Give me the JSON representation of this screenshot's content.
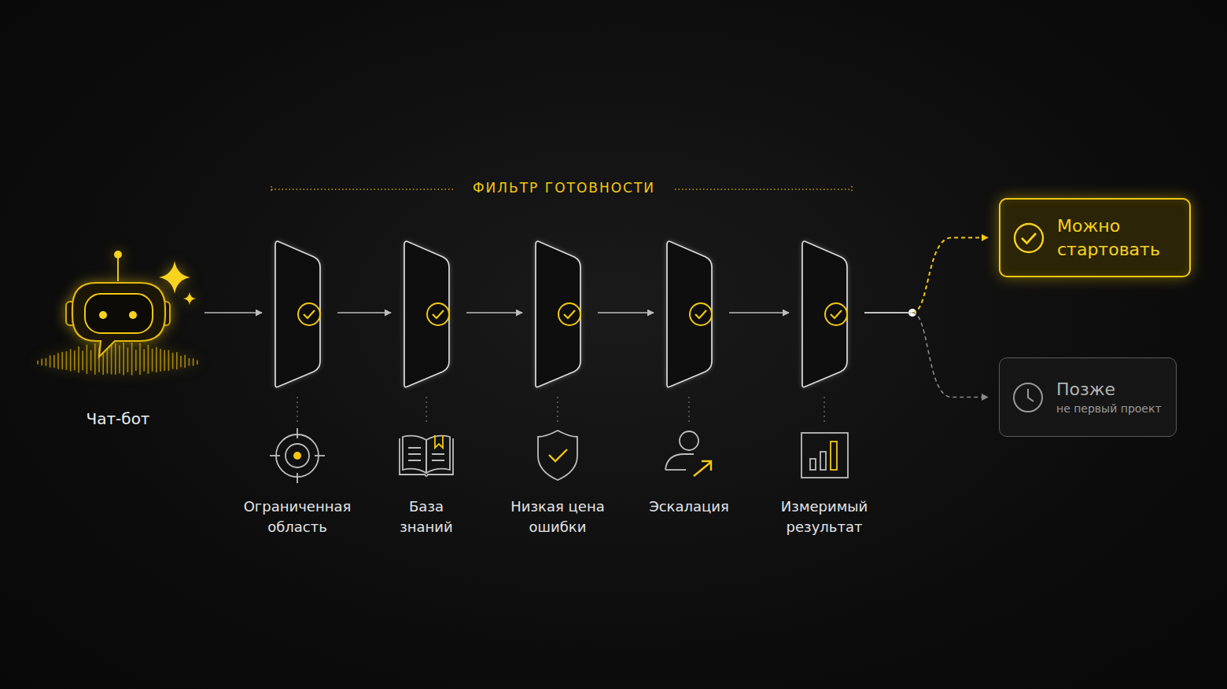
{
  "diagram": {
    "title": "ФИЛЬТР ГОТОВНОСТИ",
    "nodes": [
      {
        "text": [
          "Чат-бот"
        ]
      },
      {
        "text": [
          "Ограниченная область"
        ]
      },
      {
        "text": [
          "База знаний"
        ]
      },
      {
        "text": [
          "Низкая цена ошибки"
        ]
      },
      {
        "text": [
          "Эскалация"
        ]
      },
      {
        "text": [
          "Измеримый результат"
        ]
      },
      {
        "text": [
          "Можно стартовать"
        ]
      },
      {
        "text": [
          "Позже",
          "не первый проект"
        ]
      }
    ],
    "edges": [
      {
        "from": 0,
        "to": 1,
        "arrow": "to"
      },
      {
        "from": 1,
        "to": 2,
        "arrow": "to"
      },
      {
        "from": 2,
        "to": 3,
        "arrow": "to"
      },
      {
        "from": 3,
        "to": 4,
        "arrow": "to"
      },
      {
        "from": 4,
        "to": 5,
        "arrow": "to"
      },
      {
        "from": 5,
        "to": 6,
        "arrow": "to"
      },
      {
        "from": 5,
        "to": 7,
        "arrow": "to"
      }
    ]
  }
}
